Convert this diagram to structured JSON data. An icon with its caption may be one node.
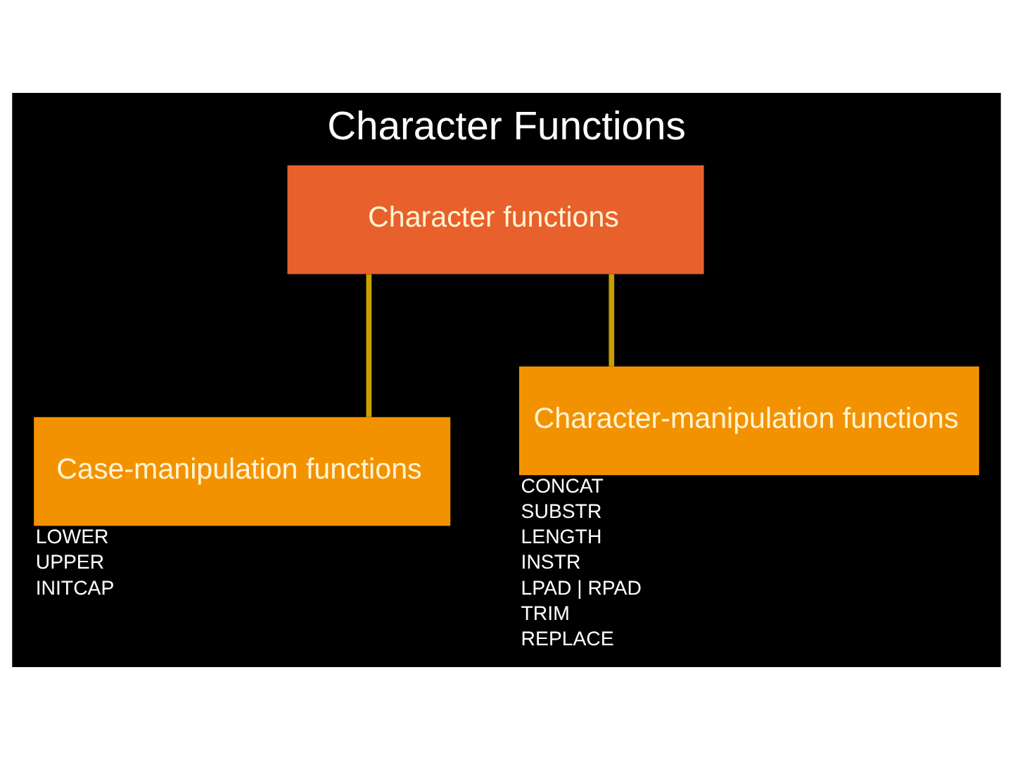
{
  "diagram": {
    "title": "Character Functions",
    "nodes": [
      {
        "text": [
          "Character functions"
        ]
      },
      {
        "text": [
          "Case-manipulation functions"
        ],
        "beside": [
          "LOWER",
          "UPPER",
          "INITCAP"
        ]
      },
      {
        "text": [
          "Character-manipulation functions"
        ],
        "beside": [
          "CONCAT",
          "SUBSTR",
          "LENGTH",
          "INSTR",
          "LPAD | RPAD",
          "TRIM",
          "REPLACE"
        ]
      }
    ],
    "edges": [
      {
        "from": 0,
        "to": 1,
        "arrow": "none"
      },
      {
        "from": 0,
        "to": 2,
        "arrow": "none"
      }
    ]
  }
}
